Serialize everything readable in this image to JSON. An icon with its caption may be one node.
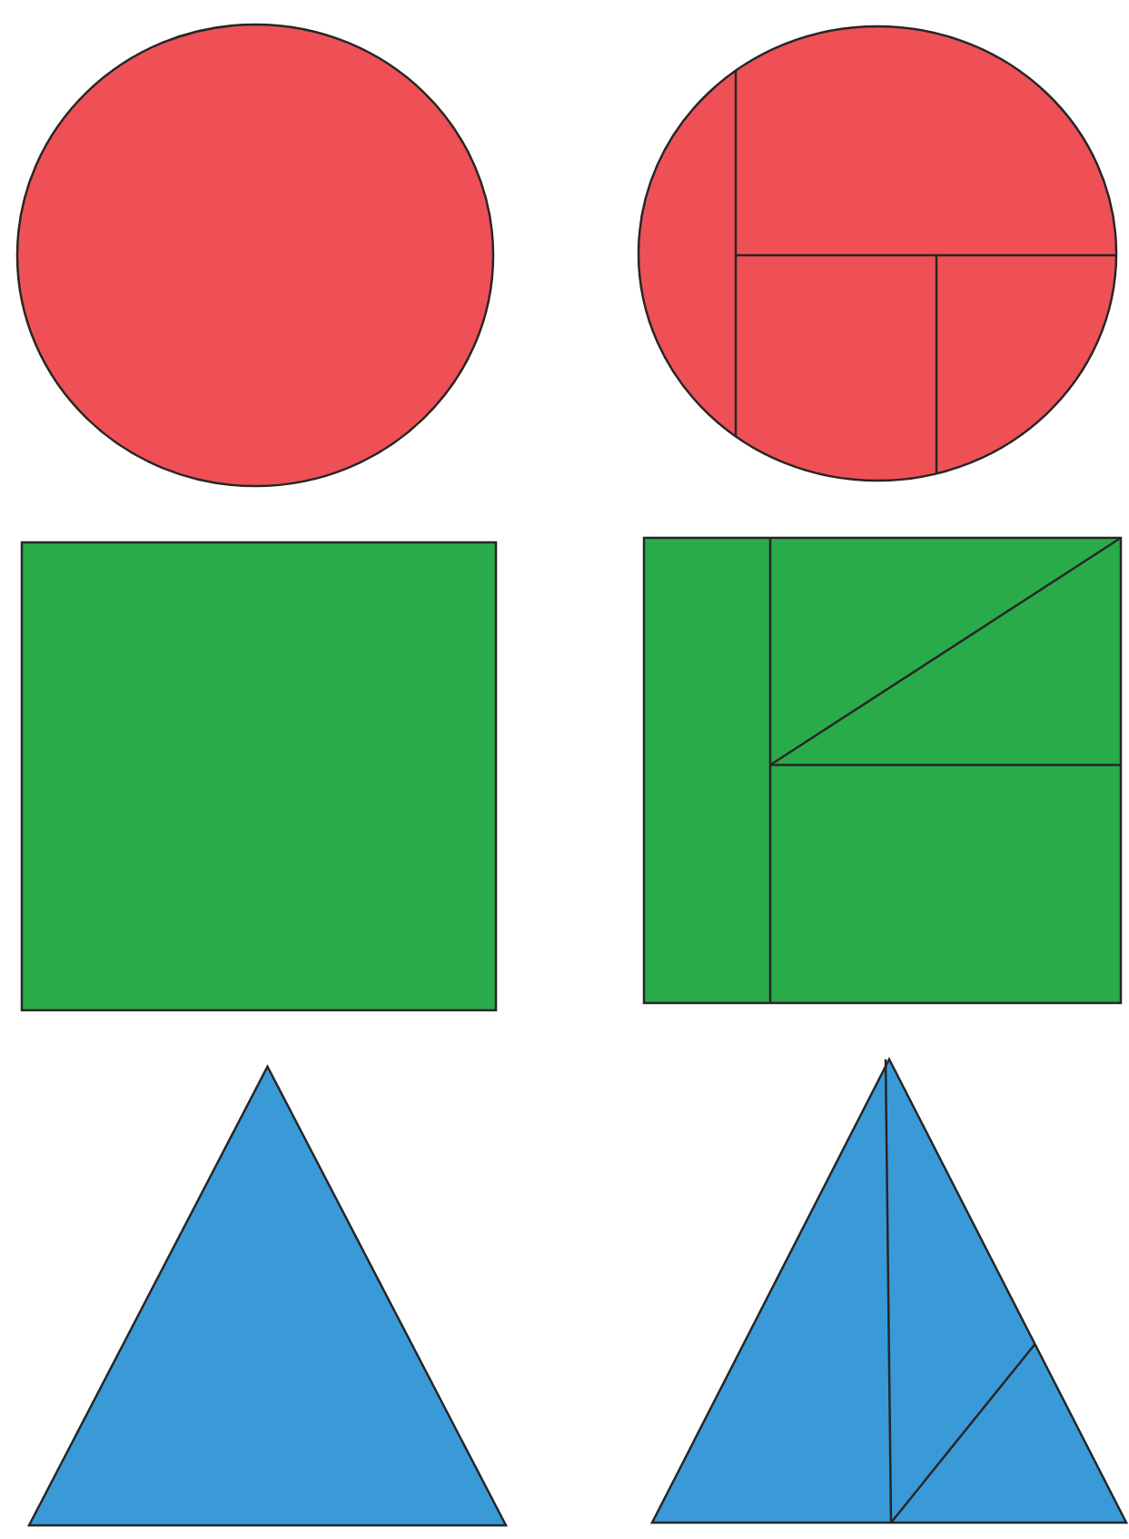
{
  "diagram": {
    "nodes": [
      {
        "text": [],
        "shape": "circle"
      },
      {
        "text": [],
        "shape": "circle"
      },
      {
        "text": [],
        "shape": "box"
      },
      {
        "text": [],
        "shape": "box"
      },
      {
        "text": [],
        "shape": "triangle"
      },
      {
        "text": [],
        "shape": "triangle"
      }
    ]
  }
}
